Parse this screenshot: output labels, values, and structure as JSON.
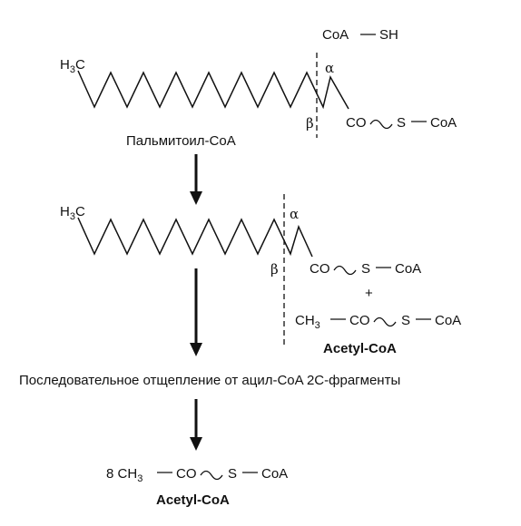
{
  "top_reagent": {
    "left": "CoA",
    "right": "SH"
  },
  "step1": {
    "chain_start": "H",
    "chain_start_sub": "3",
    "chain_start_end": "C",
    "alpha": "α",
    "beta": "β",
    "ester_left": "CO",
    "ester_s": "S",
    "ester_right": "CoA",
    "compound_name": "Пальмитоил-CoA"
  },
  "step2": {
    "chain_start": "H",
    "chain_start_sub": "3",
    "chain_start_end": "C",
    "alpha": "α",
    "beta": "β",
    "ester_left": "CO",
    "ester_s": "S",
    "ester_right": "CoA",
    "plus": "+",
    "acetyl_ch": "CH",
    "acetyl_sub": "3",
    "acetyl_co": "CO",
    "acetyl_s": "S",
    "acetyl_coa": "CoA",
    "acetyl_name": "Acetyl-CoA"
  },
  "process_text": "Последовательное отщепление от ацил-CoA 2C-фрагменты",
  "final": {
    "coef": "8 CH",
    "sub": "3",
    "co": "CO",
    "s": "S",
    "coa": "CoA",
    "name": "Acetyl-CoA"
  }
}
